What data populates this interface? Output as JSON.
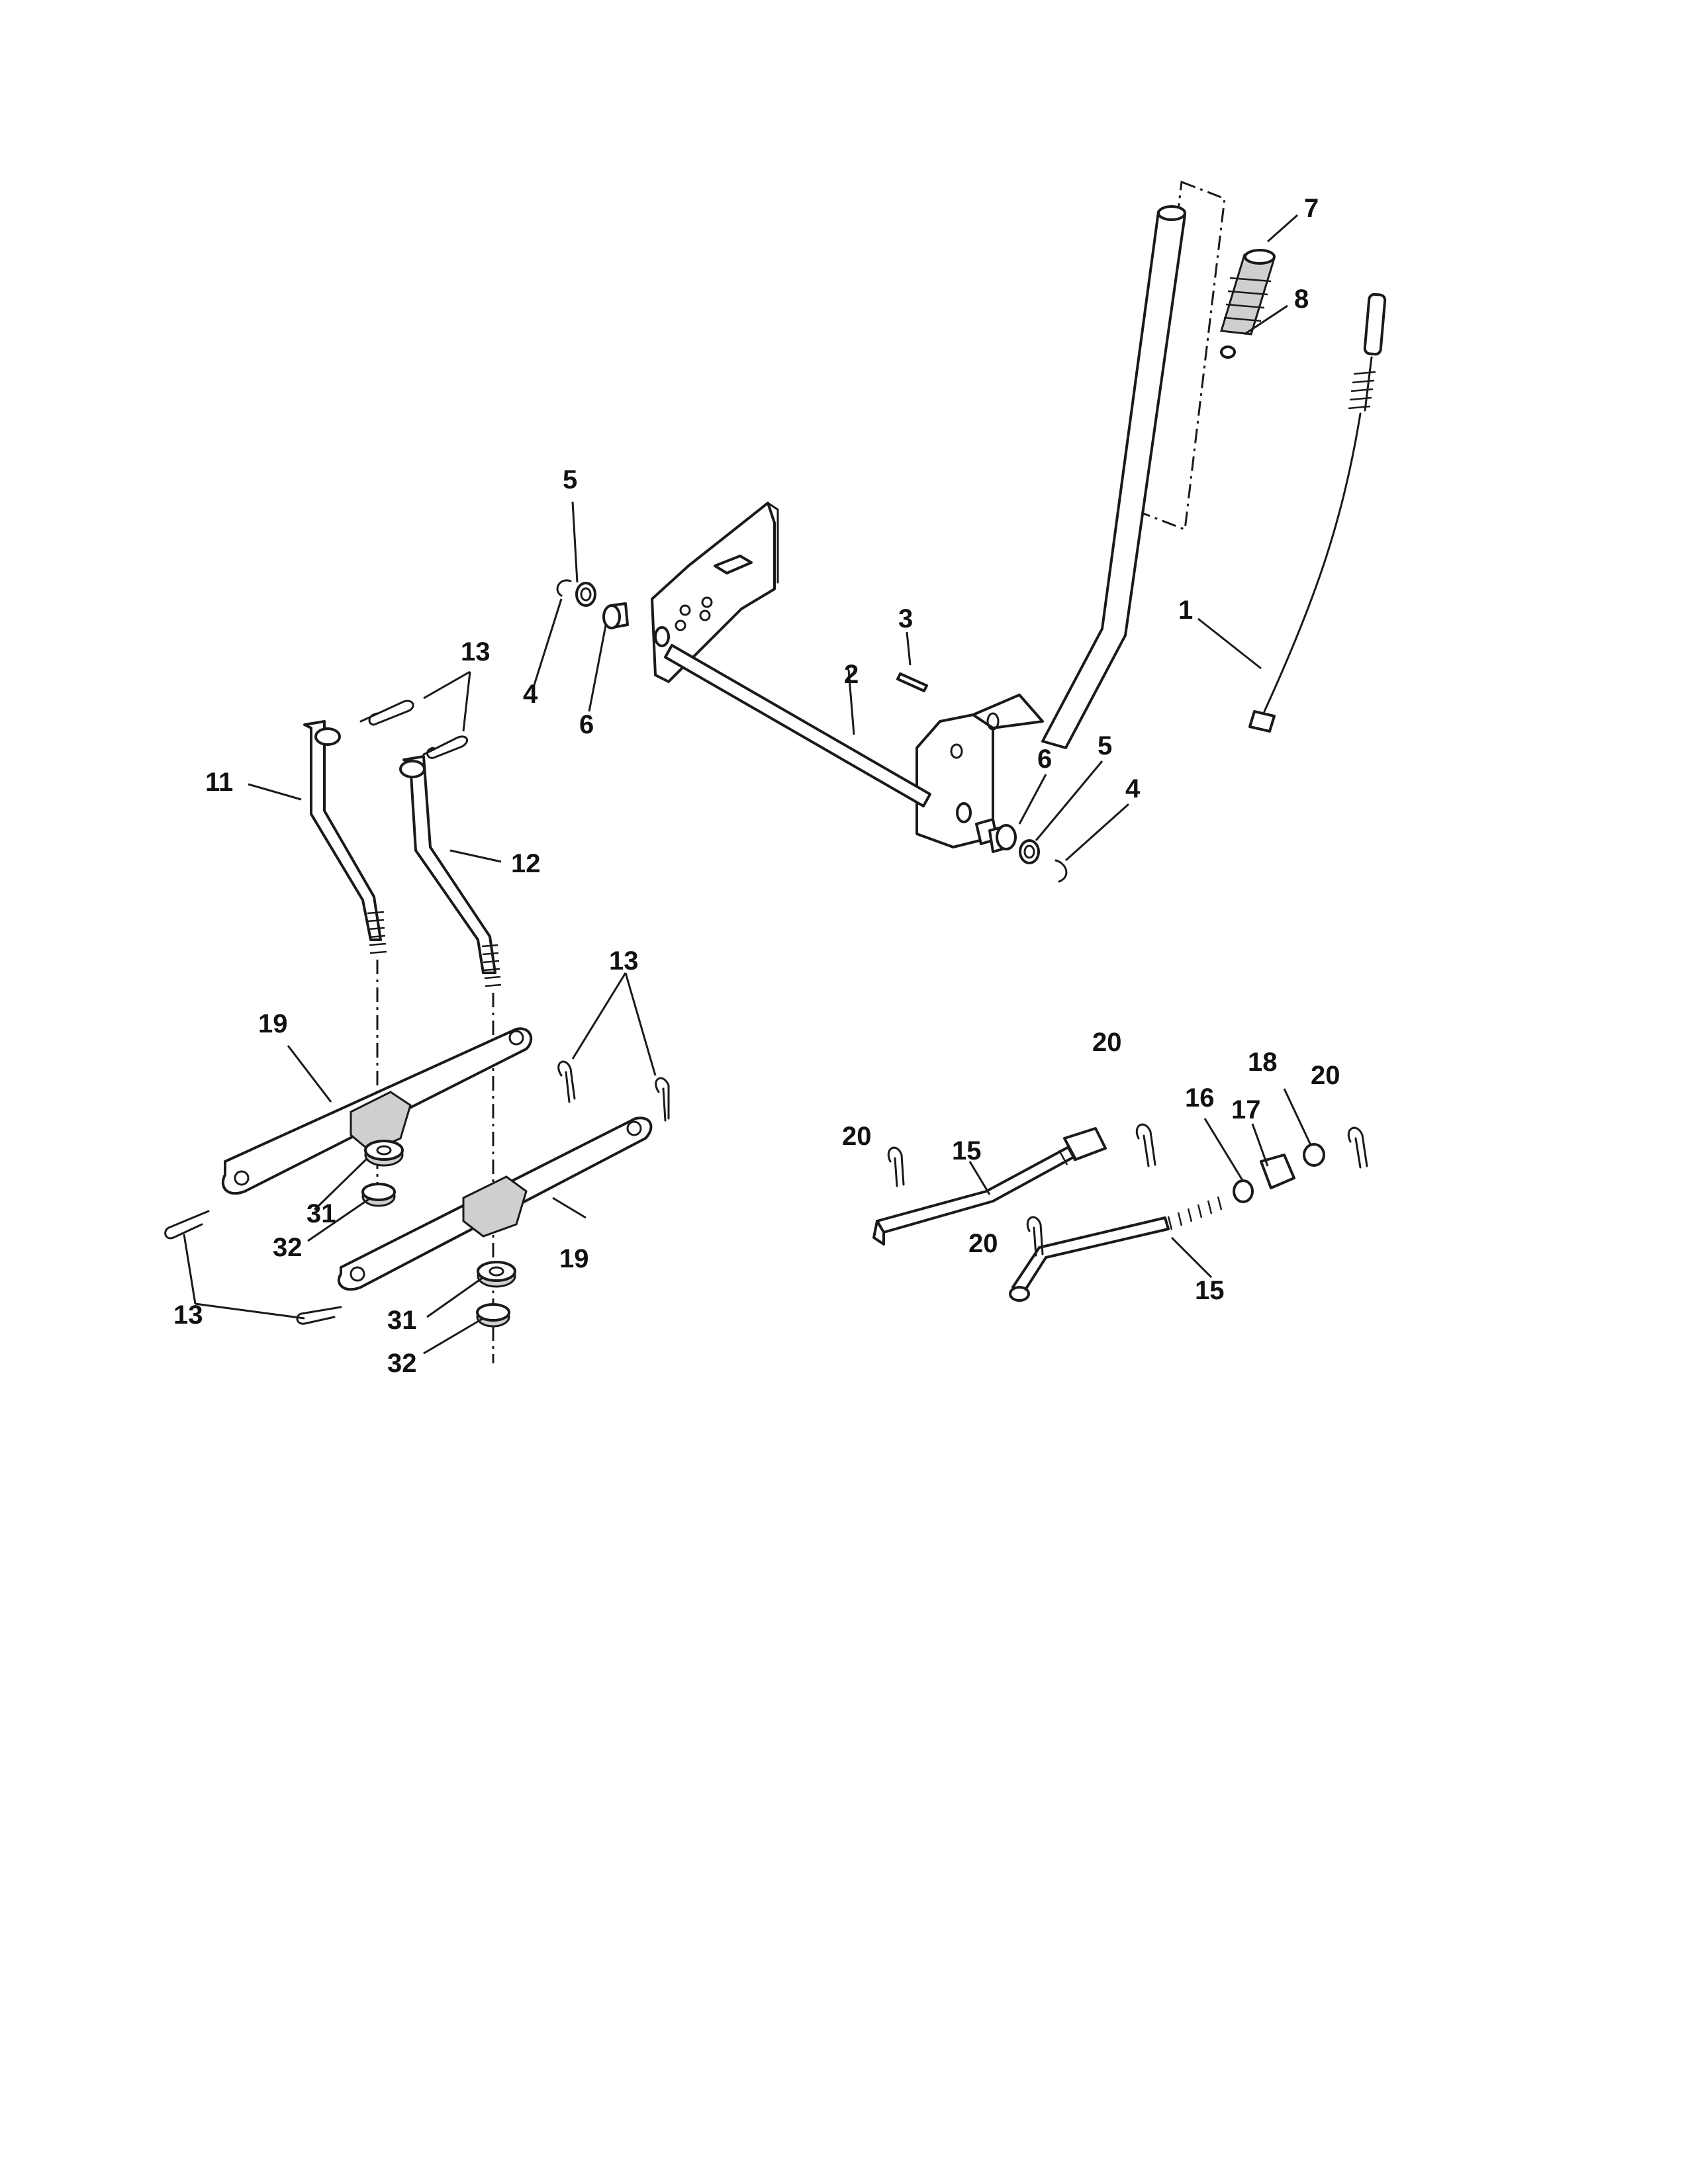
{
  "diagram": {
    "callouts": {
      "c1": "1",
      "c2": "2",
      "c3": "3",
      "c4a": "4",
      "c4b": "4",
      "c5a": "5",
      "c5b": "5",
      "c6a": "6",
      "c6b": "6",
      "c7": "7",
      "c8": "8",
      "c11": "11",
      "c12": "12",
      "c13a": "13",
      "c13b": "13",
      "c13c": "13",
      "c15a": "15",
      "c15b": "15",
      "c16": "16",
      "c17": "17",
      "c18": "18",
      "c19a": "19",
      "c19b": "19",
      "c20a": "20",
      "c20b": "20",
      "c20c": "20",
      "c20d": "20",
      "c31a": "31",
      "c31b": "31",
      "c32a": "32",
      "c32b": "32"
    }
  }
}
